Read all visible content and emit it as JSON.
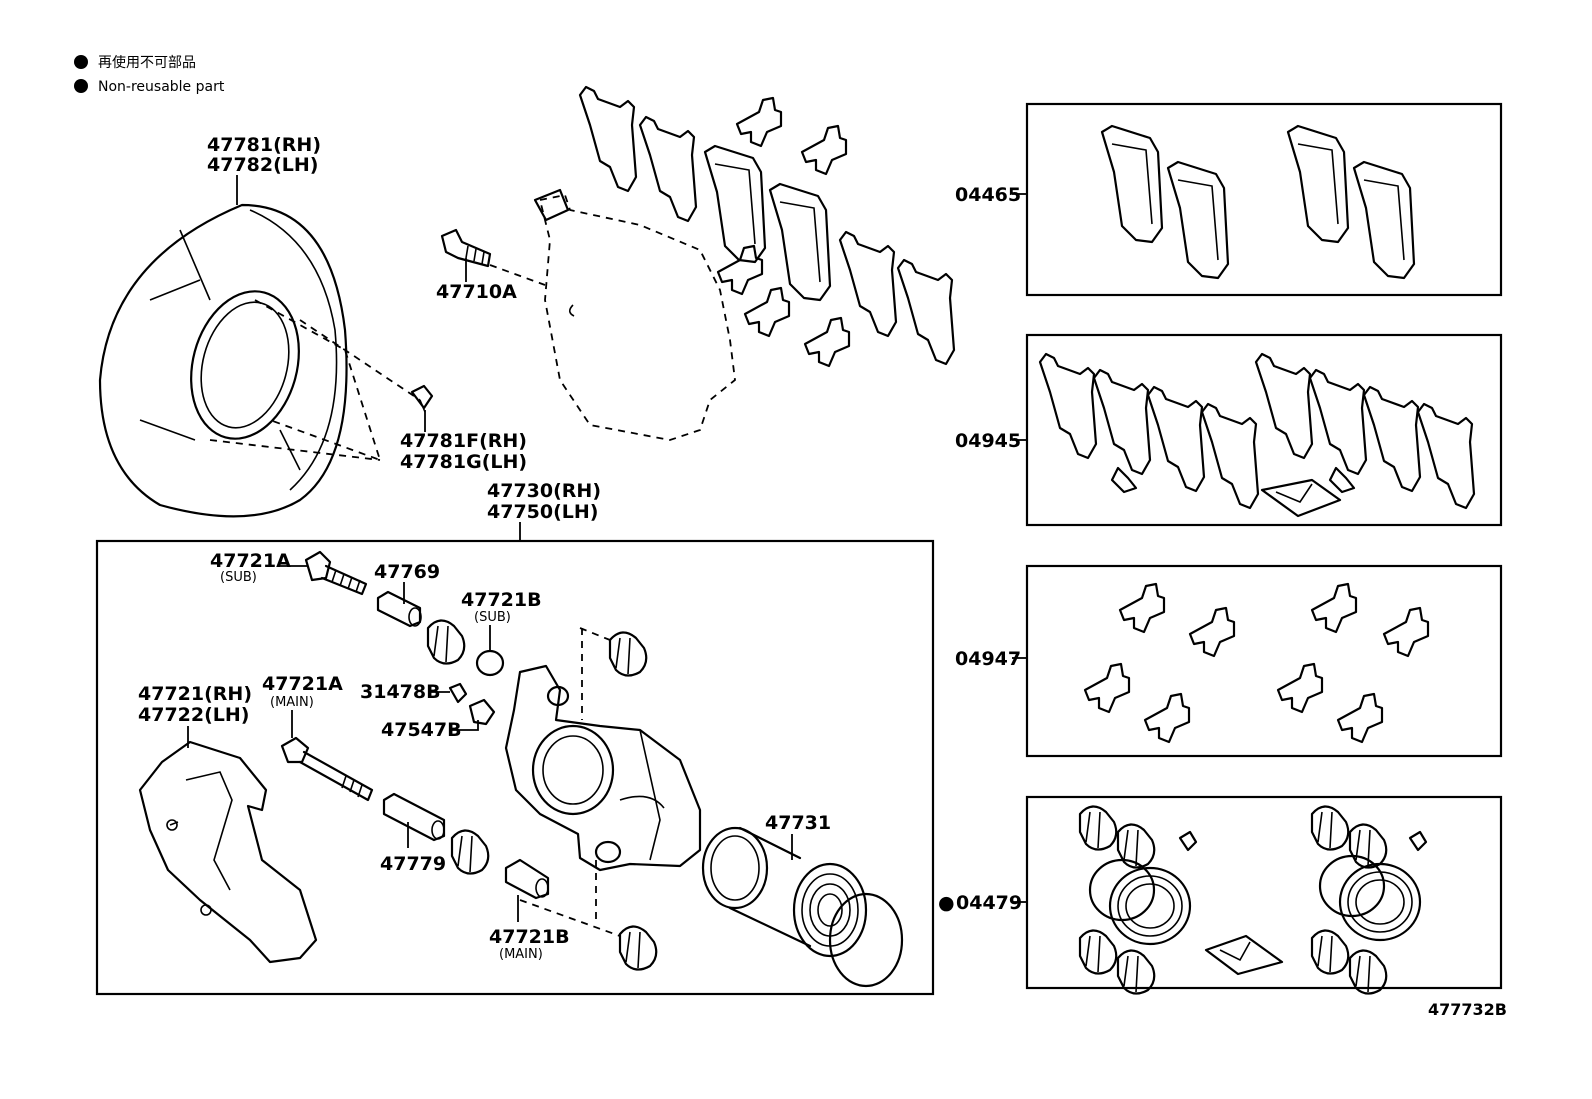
{
  "legend": {
    "non_reusable_jp": "再使用不可部品",
    "non_reusable_en": "Non-reusable part",
    "bullet_color": "#000000"
  },
  "labels": {
    "dust_cover_rh": "47781(RH)",
    "dust_cover_lh": "47782(LH)",
    "bolt_47710a": "47710A",
    "bolt_rh": "47781F(RH)",
    "bolt_lh": "47781G(LH)",
    "caliper_rh": "47730(RH)",
    "caliper_lh": "47750(LH)",
    "pin_47721a_sub": "47721A",
    "pin_47721a_sub_note": "(SUB)",
    "sleeve_47769": "47769",
    "boot_47721b_sub": "47721B",
    "boot_47721b_sub_note": "(SUB)",
    "mount_rh": "47721(RH)",
    "mount_lh": "47722(LH)",
    "pin_47721a_main": "47721A",
    "pin_47721a_main_note": "(MAIN)",
    "cap_31478b": "31478B",
    "bleeder_47547b": "47547B",
    "sleeve_47779": "47779",
    "boot_47721b_main": "47721B",
    "boot_47721b_main_note": "(MAIN)",
    "piston_47731": "47731",
    "kit_04465": "04465",
    "kit_04945": "04945",
    "kit_04947": "04947",
    "kit_04479": "04479",
    "kit_04479_bullet": "●",
    "diagram_id": "477732B"
  },
  "icons": [
    "dust-cover-icon",
    "brake-pad-icon",
    "anti-squeal-shim-icon",
    "pad-support-clip-icon",
    "bolt-icon",
    "caliper-icon",
    "slide-pin-icon",
    "pin-boot-icon",
    "mounting-bracket-icon",
    "piston-icon",
    "piston-seal-icon",
    "grease-packet-icon"
  ]
}
